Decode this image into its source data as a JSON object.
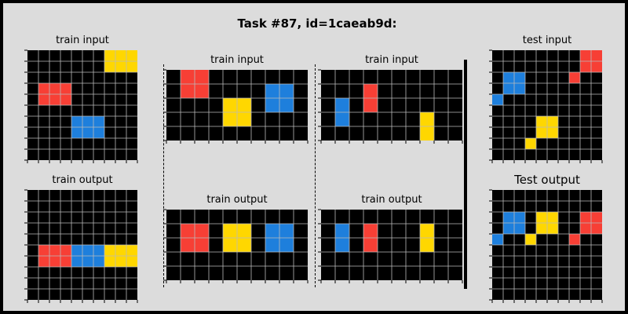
{
  "title": "Task #87, id=1caeab9d:",
  "colors": {
    "0": "#000000",
    "1": "#1e7fdc",
    "2": "#f73f35",
    "4": "#ffd700",
    "gridline": "#bbbbbb"
  },
  "panels": [
    {
      "id": "p0",
      "label": "train input",
      "rows": 10,
      "cols": 10,
      "cells": [
        [
          0,
          0,
          0,
          0,
          0,
          0,
          0,
          4,
          4,
          4
        ],
        [
          0,
          0,
          0,
          0,
          0,
          0,
          0,
          4,
          4,
          4
        ],
        [
          0,
          0,
          0,
          0,
          0,
          0,
          0,
          0,
          0,
          0
        ],
        [
          0,
          2,
          2,
          2,
          0,
          0,
          0,
          0,
          0,
          0
        ],
        [
          0,
          2,
          2,
          2,
          0,
          0,
          0,
          0,
          0,
          0
        ],
        [
          0,
          0,
          0,
          0,
          0,
          0,
          0,
          0,
          0,
          0
        ],
        [
          0,
          0,
          0,
          0,
          1,
          1,
          1,
          0,
          0,
          0
        ],
        [
          0,
          0,
          0,
          0,
          1,
          1,
          1,
          0,
          0,
          0
        ],
        [
          0,
          0,
          0,
          0,
          0,
          0,
          0,
          0,
          0,
          0
        ],
        [
          0,
          0,
          0,
          0,
          0,
          0,
          0,
          0,
          0,
          0
        ]
      ]
    },
    {
      "id": "p1",
      "label": "train output",
      "rows": 10,
      "cols": 10,
      "cells": [
        [
          0,
          0,
          0,
          0,
          0,
          0,
          0,
          0,
          0,
          0
        ],
        [
          0,
          0,
          0,
          0,
          0,
          0,
          0,
          0,
          0,
          0
        ],
        [
          0,
          0,
          0,
          0,
          0,
          0,
          0,
          0,
          0,
          0
        ],
        [
          0,
          0,
          0,
          0,
          0,
          0,
          0,
          0,
          0,
          0
        ],
        [
          0,
          0,
          0,
          0,
          0,
          0,
          0,
          0,
          0,
          0
        ],
        [
          0,
          2,
          2,
          2,
          1,
          1,
          1,
          4,
          4,
          4
        ],
        [
          0,
          2,
          2,
          2,
          1,
          1,
          1,
          4,
          4,
          4
        ],
        [
          0,
          0,
          0,
          0,
          0,
          0,
          0,
          0,
          0,
          0
        ],
        [
          0,
          0,
          0,
          0,
          0,
          0,
          0,
          0,
          0,
          0
        ],
        [
          0,
          0,
          0,
          0,
          0,
          0,
          0,
          0,
          0,
          0
        ]
      ]
    },
    {
      "id": "p2",
      "label": "train input",
      "rows": 5,
      "cols": 10,
      "cells": [
        [
          0,
          2,
          2,
          0,
          0,
          0,
          0,
          0,
          0,
          0
        ],
        [
          0,
          2,
          2,
          0,
          0,
          0,
          0,
          1,
          1,
          0
        ],
        [
          0,
          0,
          0,
          0,
          4,
          4,
          0,
          1,
          1,
          0
        ],
        [
          0,
          0,
          0,
          0,
          4,
          4,
          0,
          0,
          0,
          0
        ],
        [
          0,
          0,
          0,
          0,
          0,
          0,
          0,
          0,
          0,
          0
        ]
      ]
    },
    {
      "id": "p3",
      "label": "train output",
      "rows": 5,
      "cols": 10,
      "cells": [
        [
          0,
          0,
          0,
          0,
          0,
          0,
          0,
          0,
          0,
          0
        ],
        [
          0,
          2,
          2,
          0,
          4,
          4,
          0,
          1,
          1,
          0
        ],
        [
          0,
          2,
          2,
          0,
          4,
          4,
          0,
          1,
          1,
          0
        ],
        [
          0,
          0,
          0,
          0,
          0,
          0,
          0,
          0,
          0,
          0
        ],
        [
          0,
          0,
          0,
          0,
          0,
          0,
          0,
          0,
          0,
          0
        ]
      ]
    },
    {
      "id": "p4",
      "label": "train input",
      "rows": 5,
      "cols": 10,
      "cells": [
        [
          0,
          0,
          0,
          0,
          0,
          0,
          0,
          0,
          0,
          0
        ],
        [
          0,
          0,
          0,
          2,
          0,
          0,
          0,
          0,
          0,
          0
        ],
        [
          0,
          1,
          0,
          2,
          0,
          0,
          0,
          0,
          0,
          0
        ],
        [
          0,
          1,
          0,
          0,
          0,
          0,
          0,
          4,
          0,
          0
        ],
        [
          0,
          0,
          0,
          0,
          0,
          0,
          0,
          4,
          0,
          0
        ]
      ]
    },
    {
      "id": "p5",
      "label": "train output",
      "rows": 5,
      "cols": 10,
      "cells": [
        [
          0,
          0,
          0,
          0,
          0,
          0,
          0,
          0,
          0,
          0
        ],
        [
          0,
          1,
          0,
          2,
          0,
          0,
          0,
          4,
          0,
          0
        ],
        [
          0,
          1,
          0,
          2,
          0,
          0,
          0,
          4,
          0,
          0
        ],
        [
          0,
          0,
          0,
          0,
          0,
          0,
          0,
          0,
          0,
          0
        ],
        [
          0,
          0,
          0,
          0,
          0,
          0,
          0,
          0,
          0,
          0
        ]
      ]
    },
    {
      "id": "p6",
      "label": "test input",
      "rows": 10,
      "cols": 10,
      "cells": [
        [
          0,
          0,
          0,
          0,
          0,
          0,
          0,
          0,
          2,
          2
        ],
        [
          0,
          0,
          0,
          0,
          0,
          0,
          0,
          0,
          2,
          2
        ],
        [
          0,
          1,
          1,
          0,
          0,
          0,
          0,
          2,
          0,
          0
        ],
        [
          0,
          1,
          1,
          0,
          0,
          0,
          0,
          0,
          0,
          0
        ],
        [
          1,
          0,
          0,
          0,
          0,
          0,
          0,
          0,
          0,
          0
        ],
        [
          0,
          0,
          0,
          0,
          0,
          0,
          0,
          0,
          0,
          0
        ],
        [
          0,
          0,
          0,
          0,
          4,
          4,
          0,
          0,
          0,
          0
        ],
        [
          0,
          0,
          0,
          0,
          4,
          4,
          0,
          0,
          0,
          0
        ],
        [
          0,
          0,
          0,
          4,
          0,
          0,
          0,
          0,
          0,
          0
        ],
        [
          0,
          0,
          0,
          0,
          0,
          0,
          0,
          0,
          0,
          0
        ]
      ]
    },
    {
      "id": "p7",
      "label": "Test output",
      "rows": 10,
      "cols": 10,
      "cells": [
        [
          0,
          0,
          0,
          0,
          0,
          0,
          0,
          0,
          0,
          0
        ],
        [
          0,
          0,
          0,
          0,
          0,
          0,
          0,
          0,
          0,
          0
        ],
        [
          0,
          1,
          1,
          0,
          4,
          4,
          0,
          0,
          2,
          2
        ],
        [
          0,
          1,
          1,
          0,
          4,
          4,
          0,
          0,
          2,
          2
        ],
        [
          1,
          0,
          0,
          4,
          0,
          0,
          0,
          2,
          0,
          0
        ],
        [
          0,
          0,
          0,
          0,
          0,
          0,
          0,
          0,
          0,
          0
        ],
        [
          0,
          0,
          0,
          0,
          0,
          0,
          0,
          0,
          0,
          0
        ],
        [
          0,
          0,
          0,
          0,
          0,
          0,
          0,
          0,
          0,
          0
        ],
        [
          0,
          0,
          0,
          0,
          0,
          0,
          0,
          0,
          0,
          0
        ],
        [
          0,
          0,
          0,
          0,
          0,
          0,
          0,
          0,
          0,
          0
        ]
      ]
    }
  ]
}
